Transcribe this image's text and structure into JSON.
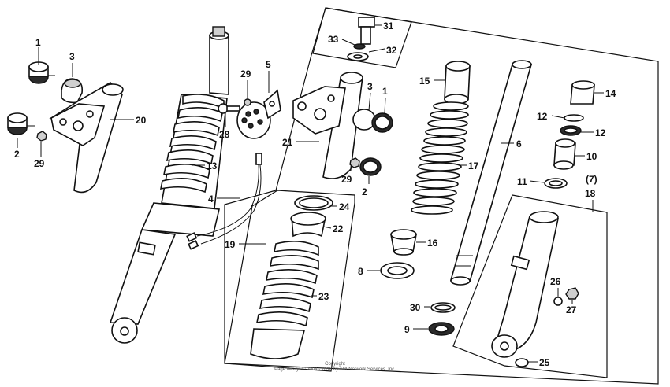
{
  "callouts": {
    "c1a": "1",
    "c3a": "3",
    "c2a": "2",
    "c29a": "29",
    "c20": "20",
    "c13": "13",
    "c29b": "29",
    "c5": "5",
    "c28": "28",
    "c4": "4",
    "c31": "31",
    "c33": "33",
    "c32": "32",
    "c21": "21",
    "c3b": "3",
    "c1b": "1",
    "c29c": "29",
    "c2b": "2",
    "c15": "15",
    "c17": "17",
    "c6": "6",
    "c14": "14",
    "c12a": "12",
    "c12b": "12",
    "c10": "10",
    "c11": "11",
    "c7": "(7)",
    "c18": "18",
    "c24": "24",
    "c22": "22",
    "c19": "19",
    "c23": "23",
    "c16": "16",
    "c8": "8",
    "c30": "30",
    "c9": "9",
    "c26": "26",
    "c27": "27",
    "c25": "25"
  },
  "copyright": {
    "line1": "Copyright",
    "line2": "Page design © 2004 - 2018 by ARI Network Services, Inc."
  }
}
